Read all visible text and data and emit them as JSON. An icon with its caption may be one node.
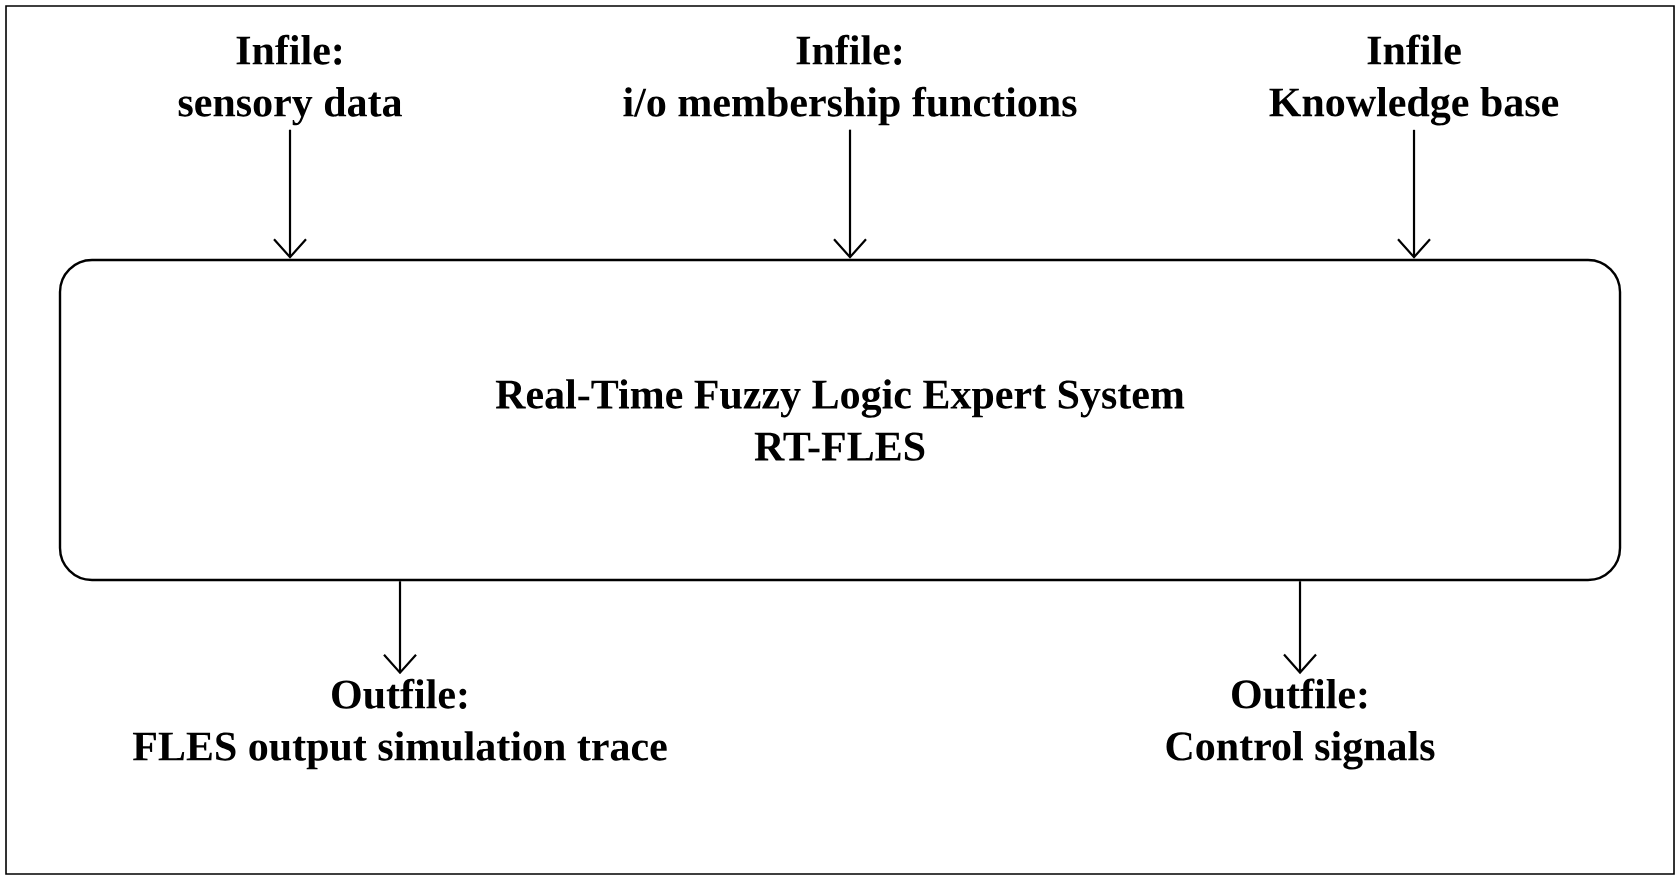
{
  "diagram": {
    "nodes": [
      {
        "text": [
          "Infile:",
          "sensory data"
        ]
      },
      {
        "text": [
          "Infile:",
          "i/o membership functions"
        ]
      },
      {
        "text": [
          "Infile",
          "Knowledge base"
        ]
      },
      {
        "text": [
          "Real-Time Fuzzy Logic Expert System",
          "RT-FLES"
        ]
      },
      {
        "text": [
          "Outfile:",
          "FLES output simulation trace"
        ]
      },
      {
        "text": [
          "Outfile:",
          "Control signals"
        ]
      }
    ],
    "edges": [
      {
        "from": 0,
        "to": 3,
        "arrow": "to"
      },
      {
        "from": 1,
        "to": 3,
        "arrow": "to"
      },
      {
        "from": 2,
        "to": 3,
        "arrow": "to"
      },
      {
        "from": 3,
        "to": 4,
        "arrow": "to"
      },
      {
        "from": 3,
        "to": 5,
        "arrow": "to"
      }
    ]
  }
}
